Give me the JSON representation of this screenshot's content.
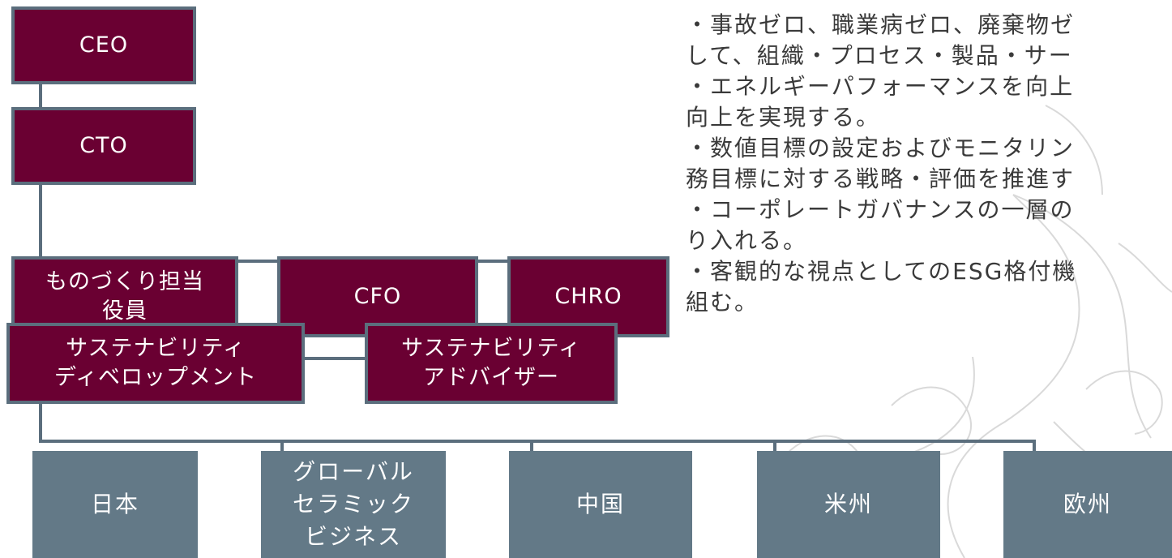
{
  "org_chart": {
    "ceo": "CEO",
    "cto": "CTO",
    "manufacturing_officer": "ものづくり担当\n役員",
    "cfo": "CFO",
    "chro": "CHRO",
    "sustainability_development": "サステナビリティ\nディベロップメント",
    "sustainability_advisor": "サステナビリティ\nアドバイザー",
    "regions": [
      "日本",
      "グローバル\nセラミック\nビジネス",
      "中国",
      "米州",
      "欧州"
    ]
  },
  "policy_text": [
    "・事故ゼロ、職業病ゼロ、廃棄物ゼ",
    "して、組織・プロセス・製品・サー",
    "・エネルギーパフォーマンスを向上",
    "向上を実現する。",
    "・数値目標の設定およびモニタリン",
    "務目標に対する戦略・評価を推進す",
    "・コーポレートガバナンスの一層の",
    "り入れる。",
    "・客観的な視点としてのESG格付機",
    "組む。"
  ],
  "colors": {
    "executive_fill": "#6a0032",
    "region_fill": "#637987",
    "connector": "#5b6e7d"
  }
}
